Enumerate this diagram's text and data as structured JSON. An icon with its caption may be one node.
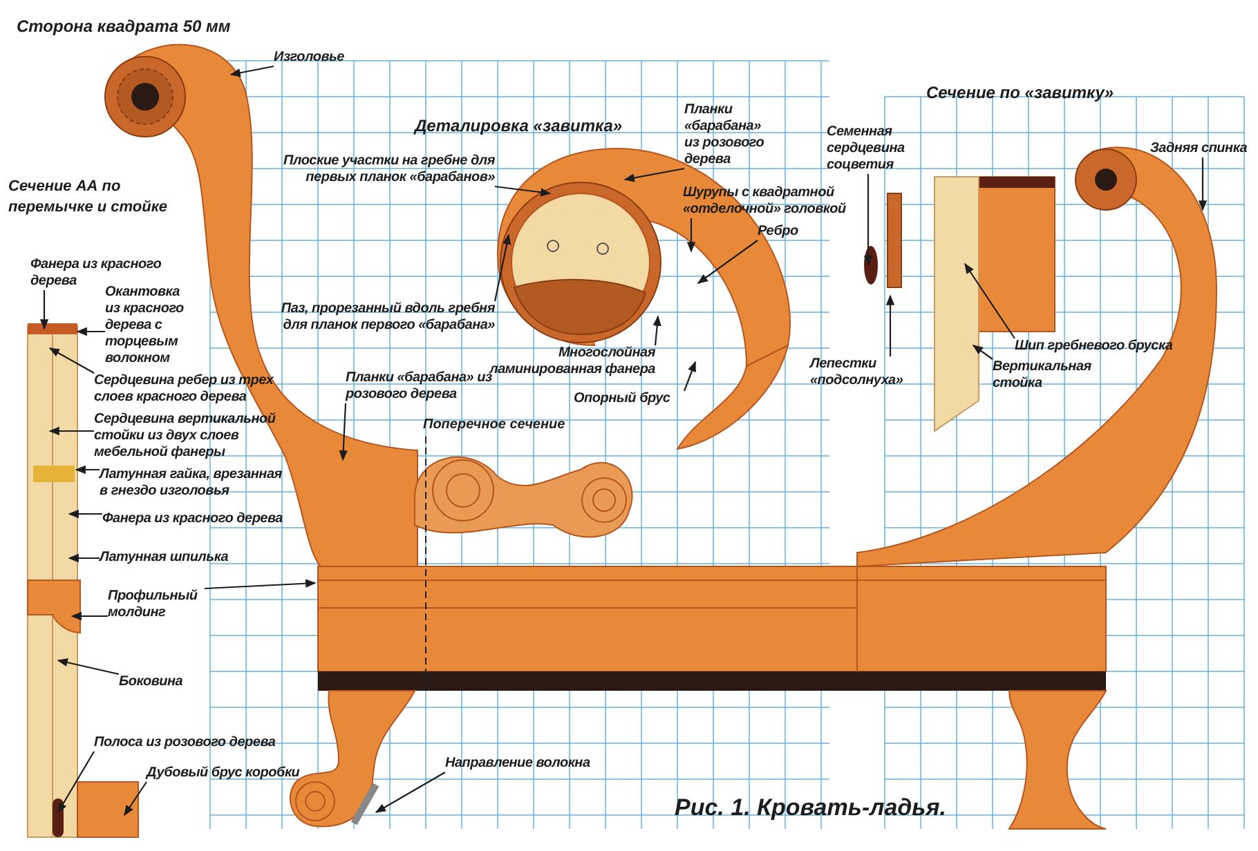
{
  "diagram": {
    "caption": "Рис. 1. Кровать-ладья.",
    "nodes": [
      {
        "text": [
          "Изголовье"
        ]
      },
      {
        "text": [
          "Фанера из красного дерева"
        ]
      },
      {
        "text": [
          "Окантовка из красного дерева с торцевым волокном"
        ]
      },
      {
        "text": [
          "Сердцевина ребер из трех слоев красного дерева"
        ]
      },
      {
        "text": [
          "Сердцевина вертикальной стойки из двух слоев мебельной фанеры"
        ]
      },
      {
        "text": [
          "Латунная гайка, врезанная в гнездо изголовья"
        ]
      },
      {
        "text": [
          "Фанера из красного дерева"
        ]
      },
      {
        "text": [
          "Латунная шпилька"
        ]
      },
      {
        "text": [
          "Профильный молдинг"
        ]
      },
      {
        "text": [
          "Боковина"
        ]
      },
      {
        "text": [
          "Полоса из розового дерева"
        ]
      },
      {
        "text": [
          "Дубовый брус коробки"
        ]
      },
      {
        "text": [
          "Плоские участки на гребне для первых планок «барабанов»"
        ]
      },
      {
        "text": [
          "Паз, прорезанный вдоль гребня для планок первого «барабана»"
        ]
      },
      {
        "text": [
          "Планки «барабана» из розового дерева"
        ]
      },
      {
        "text": [
          "Планки «барабана» из розового дерева"
        ]
      },
      {
        "text": [
          "Шурупы с квадратной «отделочной» головкой"
        ]
      },
      {
        "text": [
          "Ребро"
        ]
      },
      {
        "text": [
          "Многослойная ламинированная фанера"
        ]
      },
      {
        "text": [
          "Опорный брус"
        ]
      },
      {
        "text": [
          "Направление волокна"
        ]
      },
      {
        "text": [
          "Семенная сердцевина соцветия"
        ]
      },
      {
        "text": [
          "Лепестки «подсолнуха»"
        ]
      },
      {
        "text": [
          "Шип гребневого бруска"
        ]
      },
      {
        "text": [
          "Вертикальная стойка"
        ]
      },
      {
        "text": [
          "Задняя спинка"
        ]
      }
    ],
    "edges": [
      {
        "from": 0,
        "to": null,
        "arrow": "to"
      },
      {
        "from": 1,
        "to": null,
        "arrow": "to"
      },
      {
        "from": 2,
        "to": null,
        "arrow": "to"
      },
      {
        "from": 3,
        "to": null,
        "arrow": "to"
      },
      {
        "from": 4,
        "to": null,
        "arrow": "to"
      },
      {
        "from": 5,
        "to": null,
        "arrow": "to"
      },
      {
        "from": 6,
        "to": null,
        "arrow": "to"
      },
      {
        "from": 7,
        "to": null,
        "arrow": "to"
      },
      {
        "from": 8,
        "to": null,
        "arrow": "to"
      },
      {
        "from": 8,
        "to": null,
        "arrow": "to"
      },
      {
        "from": 9,
        "to": null,
        "arrow": "to"
      },
      {
        "from": 10,
        "to": null,
        "arrow": "to"
      },
      {
        "from": 11,
        "to": null,
        "arrow": "to"
      },
      {
        "from": 12,
        "to": null,
        "arrow": "to"
      },
      {
        "from": 13,
        "to": null,
        "arrow": "to"
      },
      {
        "from": 14,
        "to": null,
        "arrow": "to"
      },
      {
        "from": 15,
        "to": null,
        "arrow": "to"
      },
      {
        "from": 16,
        "to": null,
        "arrow": "to"
      },
      {
        "from": 17,
        "to": null,
        "arrow": "to"
      },
      {
        "from": 18,
        "to": null,
        "arrow": "to"
      },
      {
        "from": 19,
        "to": null,
        "arrow": "to"
      },
      {
        "from": 20,
        "to": null,
        "arrow": "to"
      },
      {
        "from": 21,
        "to": null,
        "arrow": "to"
      },
      {
        "from": 22,
        "to": null,
        "arrow": "to"
      },
      {
        "from": 23,
        "to": null,
        "arrow": "to"
      },
      {
        "from": 24,
        "to": null,
        "arrow": "to"
      },
      {
        "from": 25,
        "to": null,
        "arrow": "to"
      }
    ],
    "labels": [
      "Сторона квадрата 50 мм",
      "Сечение АА по перемычке и стойке",
      "Деталировка «завитка»",
      "Поперечное сечение",
      "Сечение по «завитку»"
    ]
  }
}
